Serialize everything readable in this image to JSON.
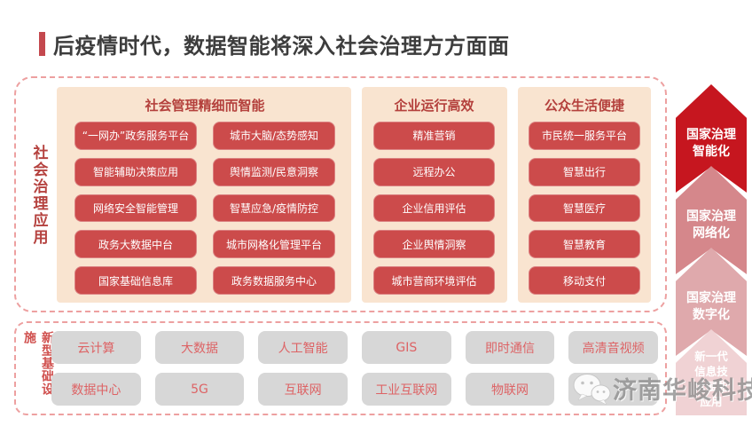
{
  "title": {
    "text": "后疫情时代，数据智能将深入社会治理方方面面",
    "accent_color": "#c4484e"
  },
  "main": {
    "side_label": "社会治理应用",
    "columns": [
      {
        "header": "社会管理精细而智能",
        "items": [
          "“一网办”政务服务平台",
          "城市大脑/态势感知",
          "智能辅助决策应用",
          "舆情监测/民意洞察",
          "网络安全智能管理",
          "智慧应急/疫情防控",
          "政务大数据中台",
          "城市网格化管理平台",
          "国家基础信息库",
          "政务数据服务中心"
        ]
      },
      {
        "header": "企业运行高效",
        "items": [
          "精准营销",
          "远程办公",
          "企业信用评估",
          "企业舆情洞察",
          "城市营商环境评估"
        ]
      },
      {
        "header": "公众生活便捷",
        "items": [
          "市民统一服务平台",
          "智慧出行",
          "智慧医疗",
          "智慧教育",
          "移动支付"
        ]
      }
    ]
  },
  "infrastructure": {
    "side_label": "新型基础设施",
    "items": [
      "云计算",
      "大数据",
      "人工智能",
      "GIS",
      "即时通信",
      "高清音视频",
      "数据中心",
      "5G",
      "互联网",
      "工业互联网",
      "物联网",
      ""
    ]
  },
  "arrows": [
    {
      "label": "国家治理智能化",
      "lines": [
        "国家治理",
        "智能化"
      ],
      "color": "#c6161f"
    },
    {
      "label": "国家治理网络化",
      "lines": [
        "国家治理",
        "网络化"
      ],
      "color": "#d5878b"
    },
    {
      "label": "国家治理数字化",
      "lines": [
        "国家治理",
        "数字化"
      ],
      "color": "#dfa9ac"
    },
    {
      "label": "新一代信息技术赋能应用",
      "lines": [
        "新一代",
        "信息技",
        "术赋能",
        "应用"
      ],
      "color": "#f0d2d4"
    }
  ],
  "watermark": {
    "icon": "wechat-icon",
    "text": "济南华峻科技"
  },
  "colors": {
    "chip_red": "#cc4b4b",
    "panel_peach": "#f9e4d0",
    "gray_chip": "#d7d7d7",
    "gray_chip_text": "#dd6365",
    "dashed_border": "#eda0a0",
    "header_red": "#b4403c",
    "title_text": "#3d3d3d"
  }
}
